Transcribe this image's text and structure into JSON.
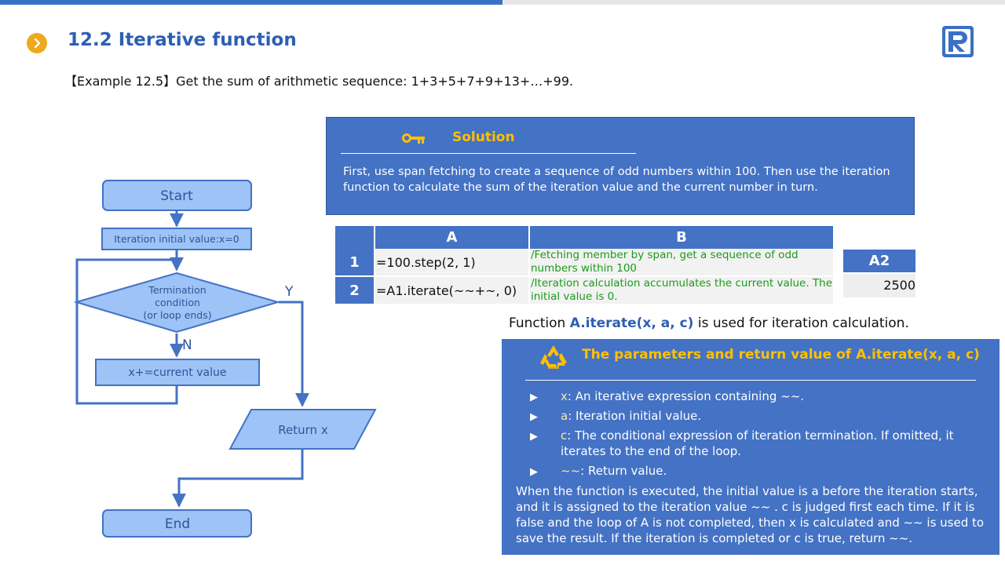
{
  "header": {
    "title": "12.2 Iterative function",
    "example": "【Example 12.5】Get the sum of arithmetic sequence: 1+3+5+7+9+13+…+99."
  },
  "flowchart": {
    "start": "Start",
    "init": "Iteration initial value:x=0",
    "condition": [
      "Termination",
      "condition",
      "(or loop ends)"
    ],
    "yes": "Y",
    "no": "N",
    "step": "x+=current value",
    "return": "Return x",
    "end": "End"
  },
  "solution": {
    "title": "Solution",
    "text": "First, use span fetching to create a sequence of odd numbers within 100. Then use the iteration function to calculate the sum of the iteration value and the current number in turn."
  },
  "code_table": {
    "headers": [
      "A",
      "B"
    ],
    "rows": [
      {
        "num": "1",
        "a": "=100.step(2, 1)",
        "b": "/Fetching member by span, get a sequence of odd numbers within 100"
      },
      {
        "num": "2",
        "a": "=A1.iterate(~~+~, 0)",
        "b": "/Iteration calculation accumulates the current value. The initial value is 0."
      }
    ]
  },
  "result": {
    "header": "A2",
    "value": "2500"
  },
  "func_note": {
    "prefix": "Function ",
    "name": "A.iterate(x, a, c)",
    "suffix": " is used for iteration calculation."
  },
  "params": {
    "title": "The parameters and return value of A.iterate(x, a, c)",
    "items": [
      {
        "key": "x",
        "text": ": An iterative expression containing ~~."
      },
      {
        "key": "a",
        "text": ": Iteration initial value."
      },
      {
        "key": "c",
        "text": ": The conditional expression of iteration termination. If omitted, it iterates to the end of the loop."
      },
      {
        "key": " ~~",
        "text": ": Return value."
      }
    ],
    "description": "When the function is executed, the initial value is a before the iteration starts, and it is assigned to the iteration value ~~ .  c is judged first each time. If it is false and the loop of A is not completed, then x is calculated and ~~ is used to save the result. If the iteration is completed or c is true, return ~~."
  },
  "colors": {
    "accent_blue": "#4472c4",
    "title_blue": "#2c5fb3",
    "gold": "#ffc000",
    "comment_green": "#1a9a1a",
    "flow_fill": "#9dc3f7",
    "flow_stroke": "#4472c4"
  },
  "icons": [
    "chevron-right-icon",
    "logo-r-icon",
    "key-icon",
    "recycle-icon"
  ]
}
